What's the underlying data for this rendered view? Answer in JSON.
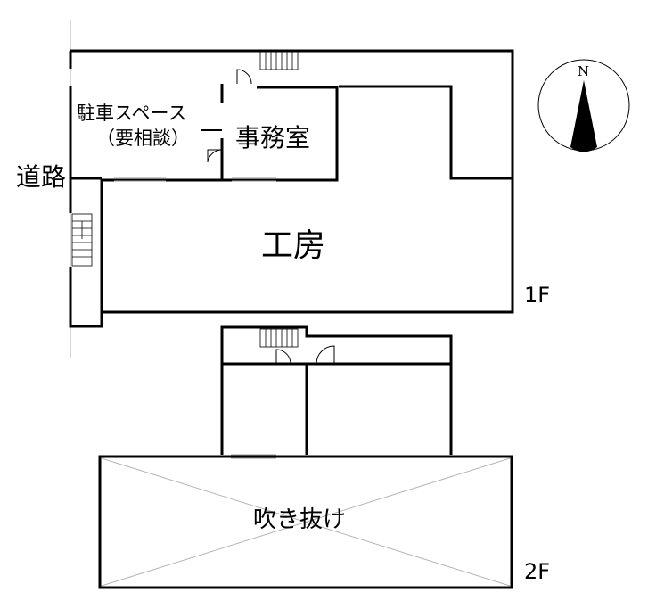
{
  "labels": {
    "road": "道路",
    "parking_line1": "駐車スペース",
    "parking_line2": "（要相談）",
    "office": "事務室",
    "workshop": "工房",
    "atrium": "吹き抜け",
    "floor_1f": "1F",
    "floor_2f": "2F",
    "north": "N"
  },
  "colors": {
    "wall": "#000000",
    "road_line": "#c8c8c8",
    "window": "#9a9a9a",
    "atrium_cross": "#b4b4b4"
  }
}
